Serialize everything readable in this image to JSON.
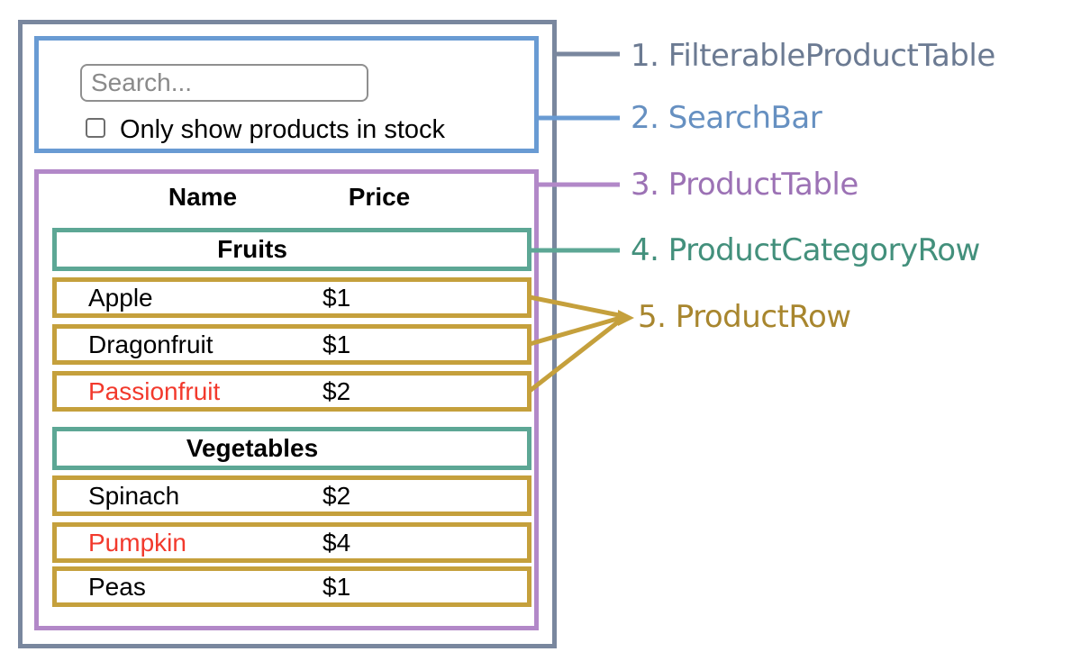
{
  "search_bar": {
    "placeholder": "Search...",
    "checkbox_label": "Only show products in stock",
    "checkbox_checked": false
  },
  "product_table": {
    "name_header": "Name",
    "price_header": "Price",
    "sections": [
      {
        "category": "Fruits",
        "rows": [
          {
            "name": "Apple",
            "price": "$1",
            "out_of_stock": false
          },
          {
            "name": "Dragonfruit",
            "price": "$1",
            "out_of_stock": false
          },
          {
            "name": "Passionfruit",
            "price": "$2",
            "out_of_stock": true
          }
        ]
      },
      {
        "category": "Vegetables",
        "rows": [
          {
            "name": "Spinach",
            "price": "$2",
            "out_of_stock": false
          },
          {
            "name": "Pumpkin",
            "price": "$4",
            "out_of_stock": true
          },
          {
            "name": "Peas",
            "price": "$1",
            "out_of_stock": false
          }
        ]
      }
    ]
  },
  "legend": {
    "items": [
      {
        "label": "1. FilterableProductTable",
        "color": "#6B7A92"
      },
      {
        "label": "2. SearchBar",
        "color": "#6690C1"
      },
      {
        "label": "3. ProductTable",
        "color": "#9C72B5"
      },
      {
        "label": "4. ProductCategoryRow",
        "color": "#43907C"
      },
      {
        "label": "5. ProductRow",
        "color": "#A8862E"
      }
    ]
  },
  "colors": {
    "filterable_product_table_border": "#79879E",
    "search_bar_border": "#699BD3",
    "product_table_border": "#B288C8",
    "product_category_row_border": "#5DA795",
    "product_row_border": "#C5A03C",
    "out_of_stock_text": "#F2392C",
    "input_border": "#8F8F8F",
    "placeholder_text": "#8A8A8A"
  }
}
